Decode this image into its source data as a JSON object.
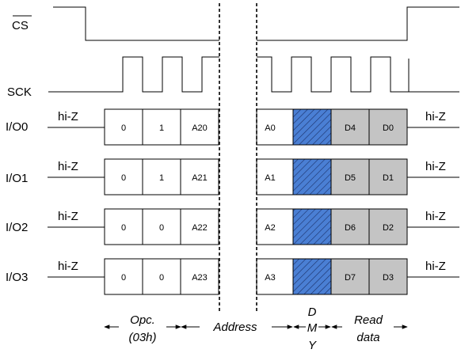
{
  "signals": {
    "cs": "CS",
    "sck": "SCK"
  },
  "hi_z": "hi-Z",
  "io_lines": [
    {
      "label": "I/O0",
      "opcode": [
        "0",
        "1"
      ],
      "addr_hi": "A20",
      "addr_lo": "A0",
      "data": [
        "D4",
        "D0"
      ]
    },
    {
      "label": "I/O1",
      "opcode": [
        "0",
        "1"
      ],
      "addr_hi": "A21",
      "addr_lo": "A1",
      "data": [
        "D5",
        "D1"
      ]
    },
    {
      "label": "I/O2",
      "opcode": [
        "0",
        "0"
      ],
      "addr_hi": "A22",
      "addr_lo": "A2",
      "data": [
        "D6",
        "D2"
      ]
    },
    {
      "label": "I/O3",
      "opcode": [
        "0",
        "0"
      ],
      "addr_hi": "A23",
      "addr_lo": "A3",
      "data": [
        "D7",
        "D3"
      ]
    }
  ],
  "phases": {
    "opcode_line1": "Opc.",
    "opcode_line2": "(03h)",
    "address": "Address",
    "dummy_d": "D",
    "dummy_m": "M",
    "dummy_y": "Y",
    "read_line1": "Read",
    "read_line2": "data"
  },
  "colors": {
    "dummy_fill": "#4a7fd4",
    "data_fill": "#c4c4c4"
  }
}
